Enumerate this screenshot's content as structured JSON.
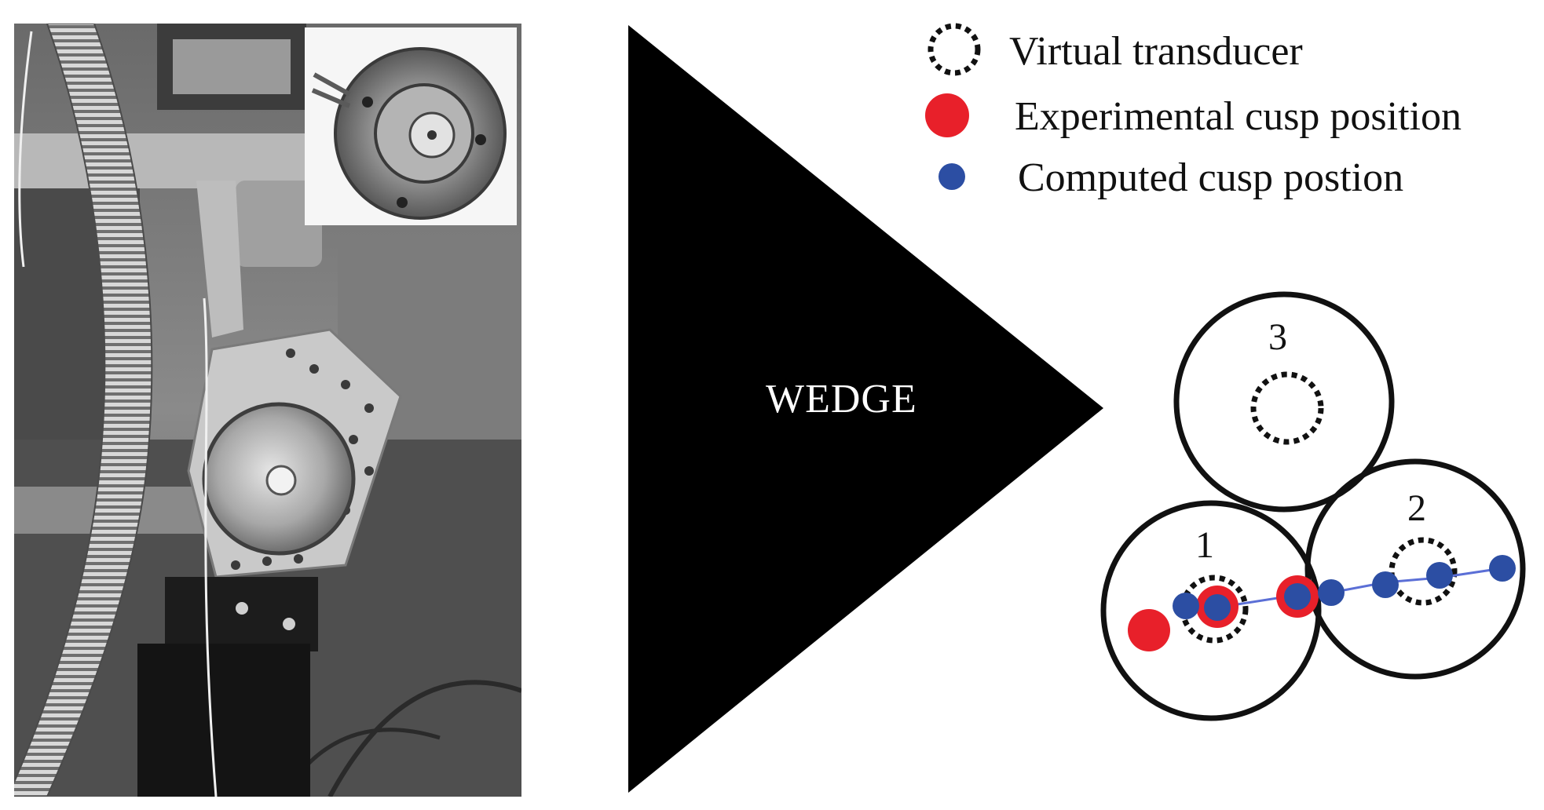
{
  "photo": {
    "description_icon": "photo-icon"
  },
  "wedge": {
    "label": "WEDGE"
  },
  "legend": {
    "items": [
      {
        "label": "Virtual transducer",
        "marker": "dashed-circle"
      },
      {
        "label": "Experimental cusp position",
        "marker": "red-dot"
      },
      {
        "label": "Computed cusp postion",
        "marker": "blue-dot"
      }
    ]
  },
  "transducers": [
    {
      "label": "3"
    },
    {
      "label": "2"
    },
    {
      "label": "1"
    }
  ],
  "colors": {
    "experimental": "#e8202a",
    "computed": "#2c4ea3",
    "line": "#5b6fd6",
    "outline": "#111111"
  }
}
